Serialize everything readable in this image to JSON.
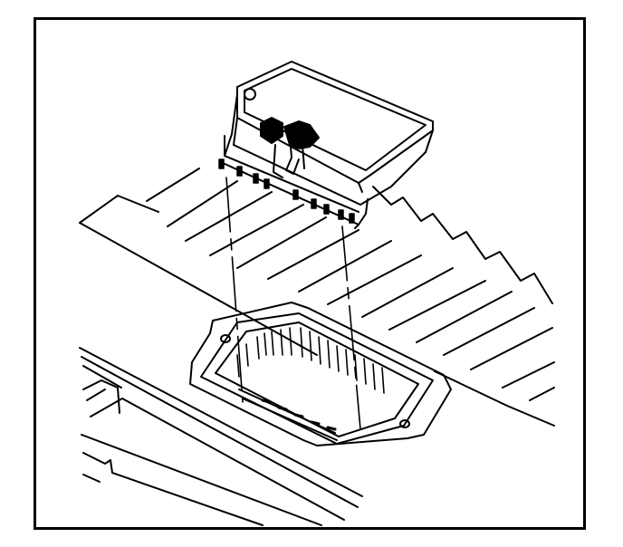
{
  "diagram": {
    "style": "black line art on white",
    "stroke_color": "#000000",
    "background_color": "#ffffff",
    "parts": [
      "relay-module",
      "module-socket",
      "heat-sink-fins",
      "mounting-surface",
      "alignment-guides"
    ]
  }
}
